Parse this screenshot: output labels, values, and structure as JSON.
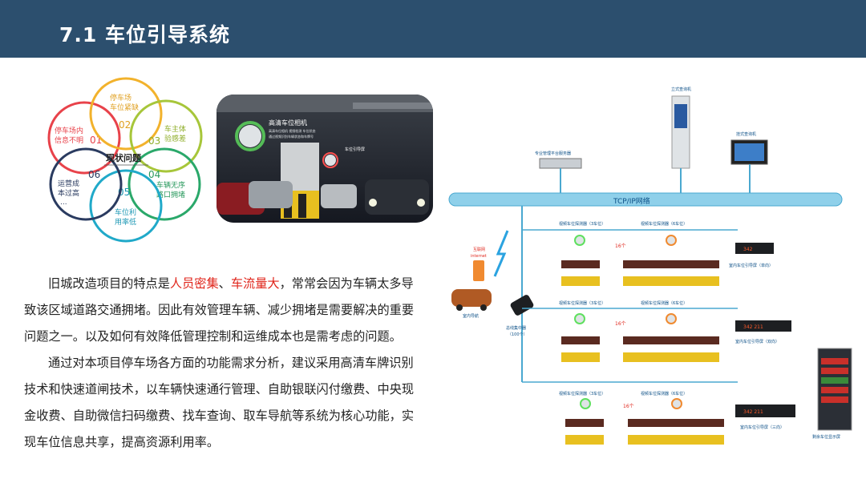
{
  "header": {
    "title": "7.1 车位引导系统",
    "bg": "#2c4f6e"
  },
  "flower": {
    "center": "现状问题",
    "petals": [
      {
        "num": "01",
        "text": [
          "停车场内",
          "信息不明"
        ],
        "color": "#e8424a"
      },
      {
        "num": "02",
        "text": [
          "停车场",
          "车位紧缺"
        ],
        "color": "#f2b22c"
      },
      {
        "num": "03",
        "text": [
          "车主体",
          "验感差"
        ],
        "color": "#a7c63a"
      },
      {
        "num": "04",
        "text": [
          "车辆无序",
          "路口拥堵"
        ],
        "color": "#2aa86a"
      },
      {
        "num": "05",
        "text": [
          "车位利",
          "用率低"
        ],
        "color": "#20a9c9"
      },
      {
        "num": "06",
        "text": [
          "运营成",
          "本过高",
          "..."
        ],
        "color": "#2a3b60"
      }
    ]
  },
  "photo": {
    "label1": "高清车位相机",
    "sub1": "高清车位相机 视频检测 车位状态",
    "sub1b": "通过视频识别车辆状态和车牌号",
    "label2": "车位引导屏"
  },
  "text": {
    "p1": {
      "a": "旧城改造项目的特点是",
      "h1": "人员密集",
      "b": "、",
      "h2": "车流量大",
      "c": "，常常会因为车辆太多导",
      "line2": "致该区域道路交通拥堵。因此有效管理车辆、减少拥堵是需要解决的重要",
      "line3": "问题之一。以及如何有效降低管理控制和运维成本也是需考虑的问题。"
    },
    "p2": {
      "line1": "通过对本项目停车场各方面的功能需求分析，建议采用高清车牌识别",
      "line2": "技术和快速道闸技术，以车辆快速通行管理、自助银联闪付缴费、中央现",
      "line3": "金收费、自助微信扫码缴费、找车查询、取车导航等系统为核心功能，实",
      "line4": "现车位信息共享，提高资源利用率。"
    }
  },
  "network": {
    "server": "专业管理平台服务器",
    "kiosk": "立式查询机",
    "wall": "挂式查询机",
    "bus": "TCP/IP网络",
    "internet": [
      "互联网",
      "internet"
    ],
    "car_nav": "室内导航",
    "hub": [
      "总线集中器",
      "（100个）"
    ],
    "det3": "视频车位探测器（3车位）",
    "det6": "视频车位探测器（6车位）",
    "slots": "16个",
    "screens": [
      "室内车位引导屏（单向）",
      "室内车位引导屏（双向）",
      "室内车位引导屏（三向）"
    ],
    "big_screen": "剩余车位显示屏",
    "readouts": [
      "342",
      "342 211",
      "342 211"
    ]
  }
}
